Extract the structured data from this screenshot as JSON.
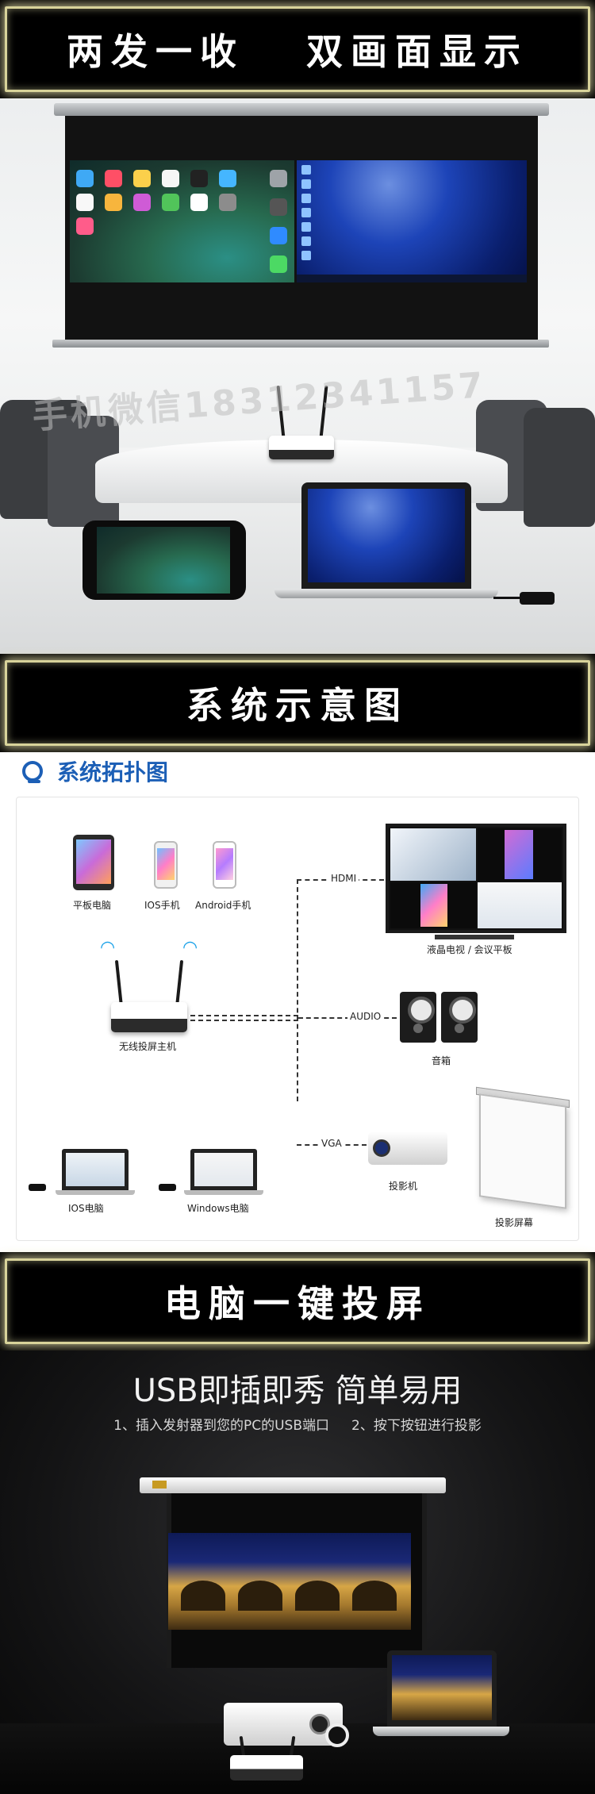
{
  "banners": {
    "dual_display": "两发一收   双画面显示",
    "system_diagram": "系统示意图",
    "one_key": "电脑一键投屏"
  },
  "meeting_scene": {
    "watermark": "手机微信18312341157"
  },
  "topology": {
    "title": "系统拓扑图",
    "devices": {
      "tablet": "平板电脑",
      "ios_phone": "IOS手机",
      "android_phone": "Android手机",
      "host": "无线投屏主机",
      "tv": "液晶电视 / 会议平板",
      "speaker": "音箱",
      "projector": "投影机",
      "projection_screen": "投影屏幕",
      "ios_pc": "IOS电脑",
      "windows_pc": "Windows电脑"
    },
    "cables": {
      "hdmi": "HDMI",
      "audio": "AUDIO",
      "vga": "VGA"
    }
  },
  "usb_section": {
    "title": "USB即插即秀 简单易用",
    "step1": "1、插入发射器到您的PC的USB端口",
    "step2": "2、按下按钮进行投影"
  },
  "colors": {
    "banner_bg": "#000000",
    "banner_frame": "#d8d39a",
    "topology_accent": "#1c5fb6"
  }
}
